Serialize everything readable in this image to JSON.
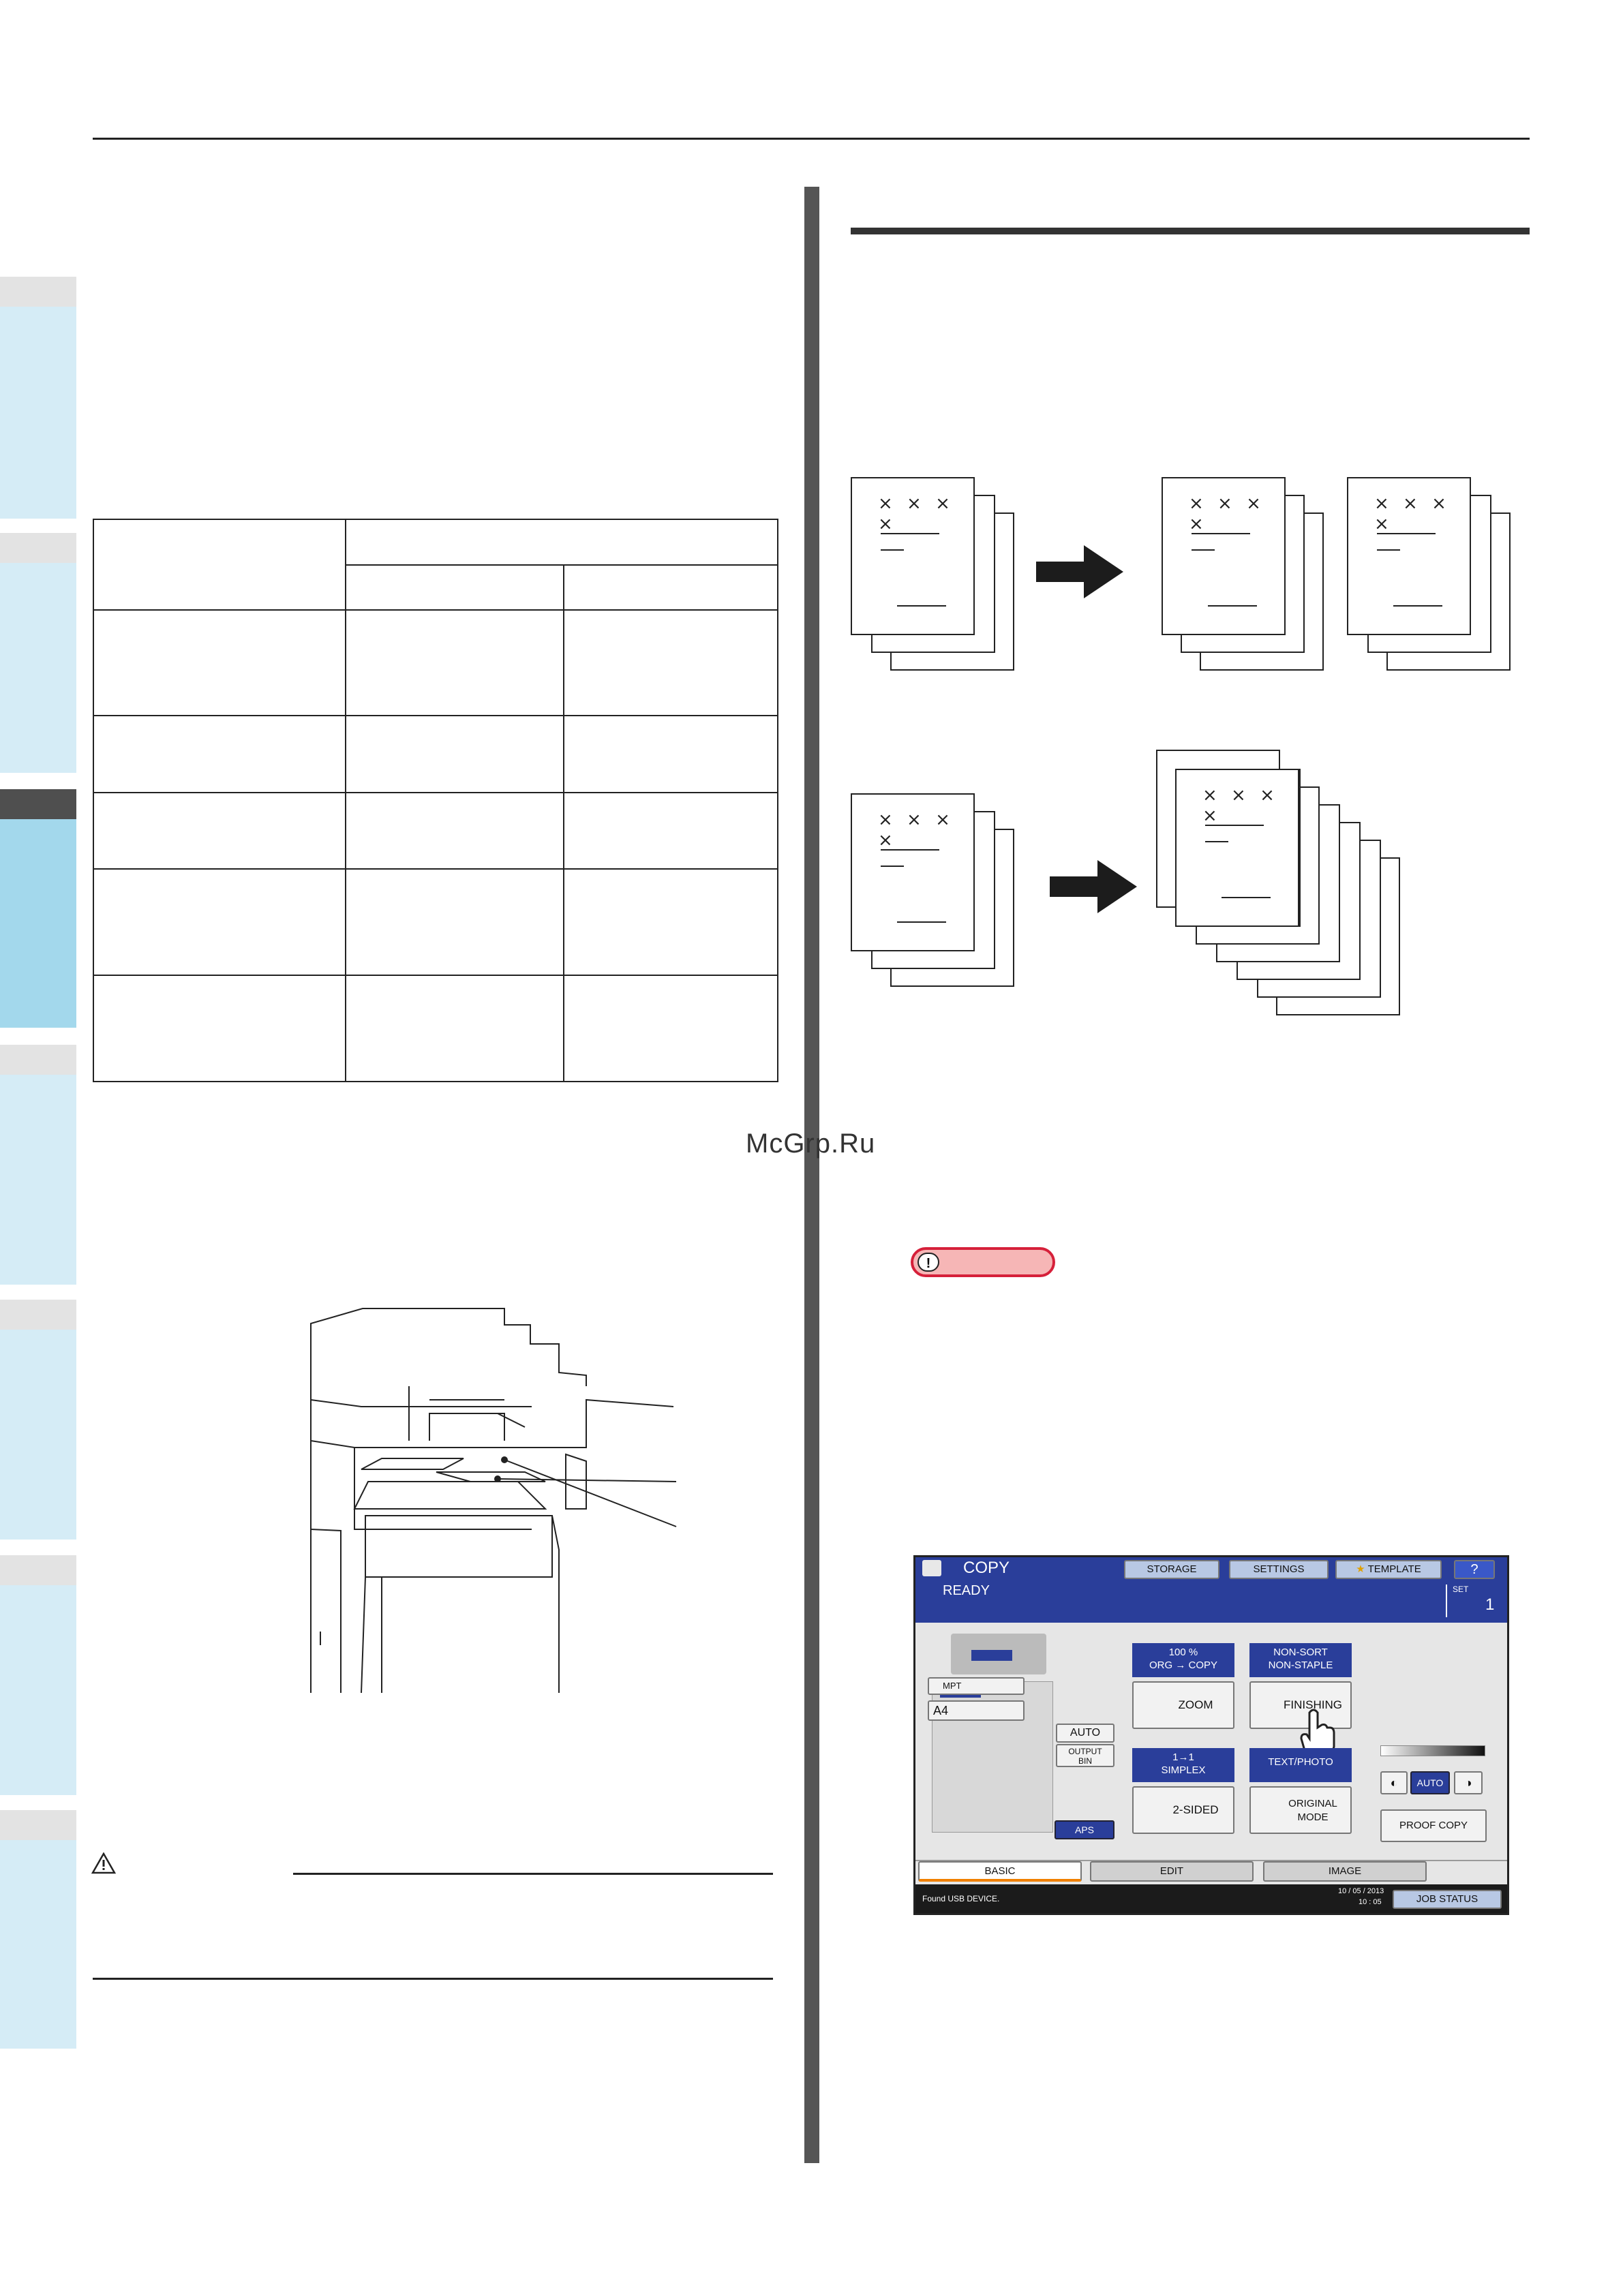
{
  "watermark": "McGrp.Ru",
  "screen": {
    "title": "COPY",
    "status": "READY",
    "top_buttons": [
      "STORAGE",
      "SETTINGS",
      "TEMPLATE",
      "?"
    ],
    "set_label": "SET",
    "set_value": "1",
    "zoom_header": [
      "100 %",
      "ORG → COPY"
    ],
    "zoom_label": "ZOOM",
    "finishing_header": [
      "NON-SORT",
      "NON-STAPLE"
    ],
    "finishing_label": "FINISHING",
    "duplex_header": [
      "1→1",
      "SIMPLEX"
    ],
    "duplex_label": "2-SIDED",
    "original_header": "TEXT/PHOTO",
    "original_label": [
      "ORIGINAL",
      "MODE"
    ],
    "auto_label": "AUTO",
    "output_bin": [
      "OUTPUT",
      "BIN"
    ],
    "mpt_label": "MPT",
    "paper_label": "A4",
    "aps_label": "APS",
    "density_auto": "AUTO",
    "proof_copy": "PROOF COPY",
    "tabs": [
      "BASIC",
      "EDIT",
      "IMAGE"
    ],
    "footer_msg": "Found USB DEVICE.",
    "footer_date": "10 / 05 / 2013",
    "footer_time": "10 : 05",
    "job_status": "JOB STATUS"
  },
  "diagram": {
    "doc_mark": "× × × ×"
  },
  "colors": {
    "tab_bg": "#d5ecf6",
    "tab_active": "#a3d8ec",
    "screen_blue": "#2a3e9a",
    "note_red": "#d6203a",
    "note_fill": "#f6b6b6"
  }
}
